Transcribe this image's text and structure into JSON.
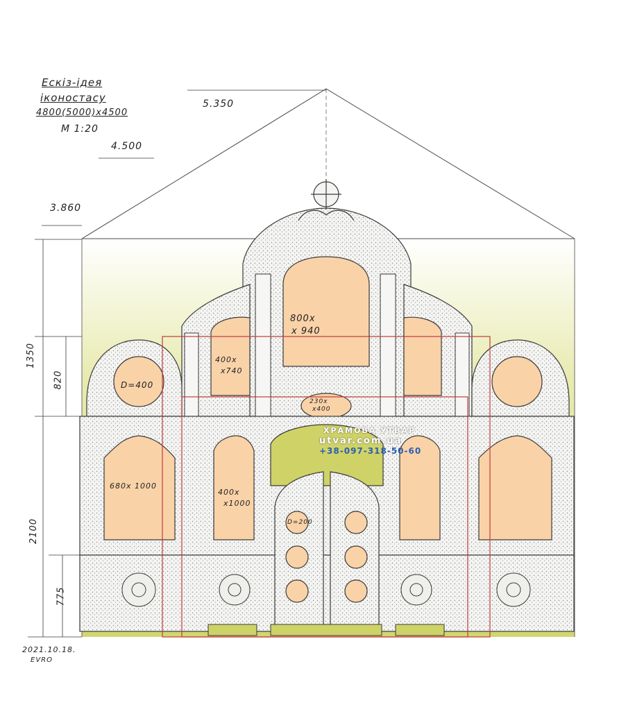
{
  "title_block": {
    "line1": "Ескіз-ідея",
    "line2": "іконостасу",
    "line3": "4800(5000)x4500",
    "scale": "M 1:20"
  },
  "elevations": {
    "top": "5.350",
    "mid": "4.500",
    "low": "3.860"
  },
  "vertical_dims": {
    "upper_tier": "1350",
    "upper_window": "820",
    "lower_tier": "2100",
    "base": "775"
  },
  "panel_labels": {
    "center_top_line1": "800x",
    "center_top_line2": "x 940",
    "upper_side_line1": "400x",
    "upper_side_line2": "x740",
    "circle_medallion": "D=400",
    "oval_line1": "230x",
    "oval_line2": "x400",
    "lower_side_large": "680x 1000",
    "lower_side_line1": "400x",
    "lower_side_line2": "x1000",
    "door_circle": "D=200"
  },
  "watermark": {
    "brand": "ХРАМОВА УТВАР",
    "site": "utvar.com.ua",
    "phone": "+38-097-318-50-60"
  },
  "signature": {
    "date": "2021.10.18.",
    "initials": "EVRO"
  },
  "colors": {
    "wall_green": "#d4d87a",
    "panel_peach": "#f9d2a8",
    "door_green": "#cfd267",
    "guide_red": "#c43a3a",
    "ink": "#3a3a3a"
  }
}
